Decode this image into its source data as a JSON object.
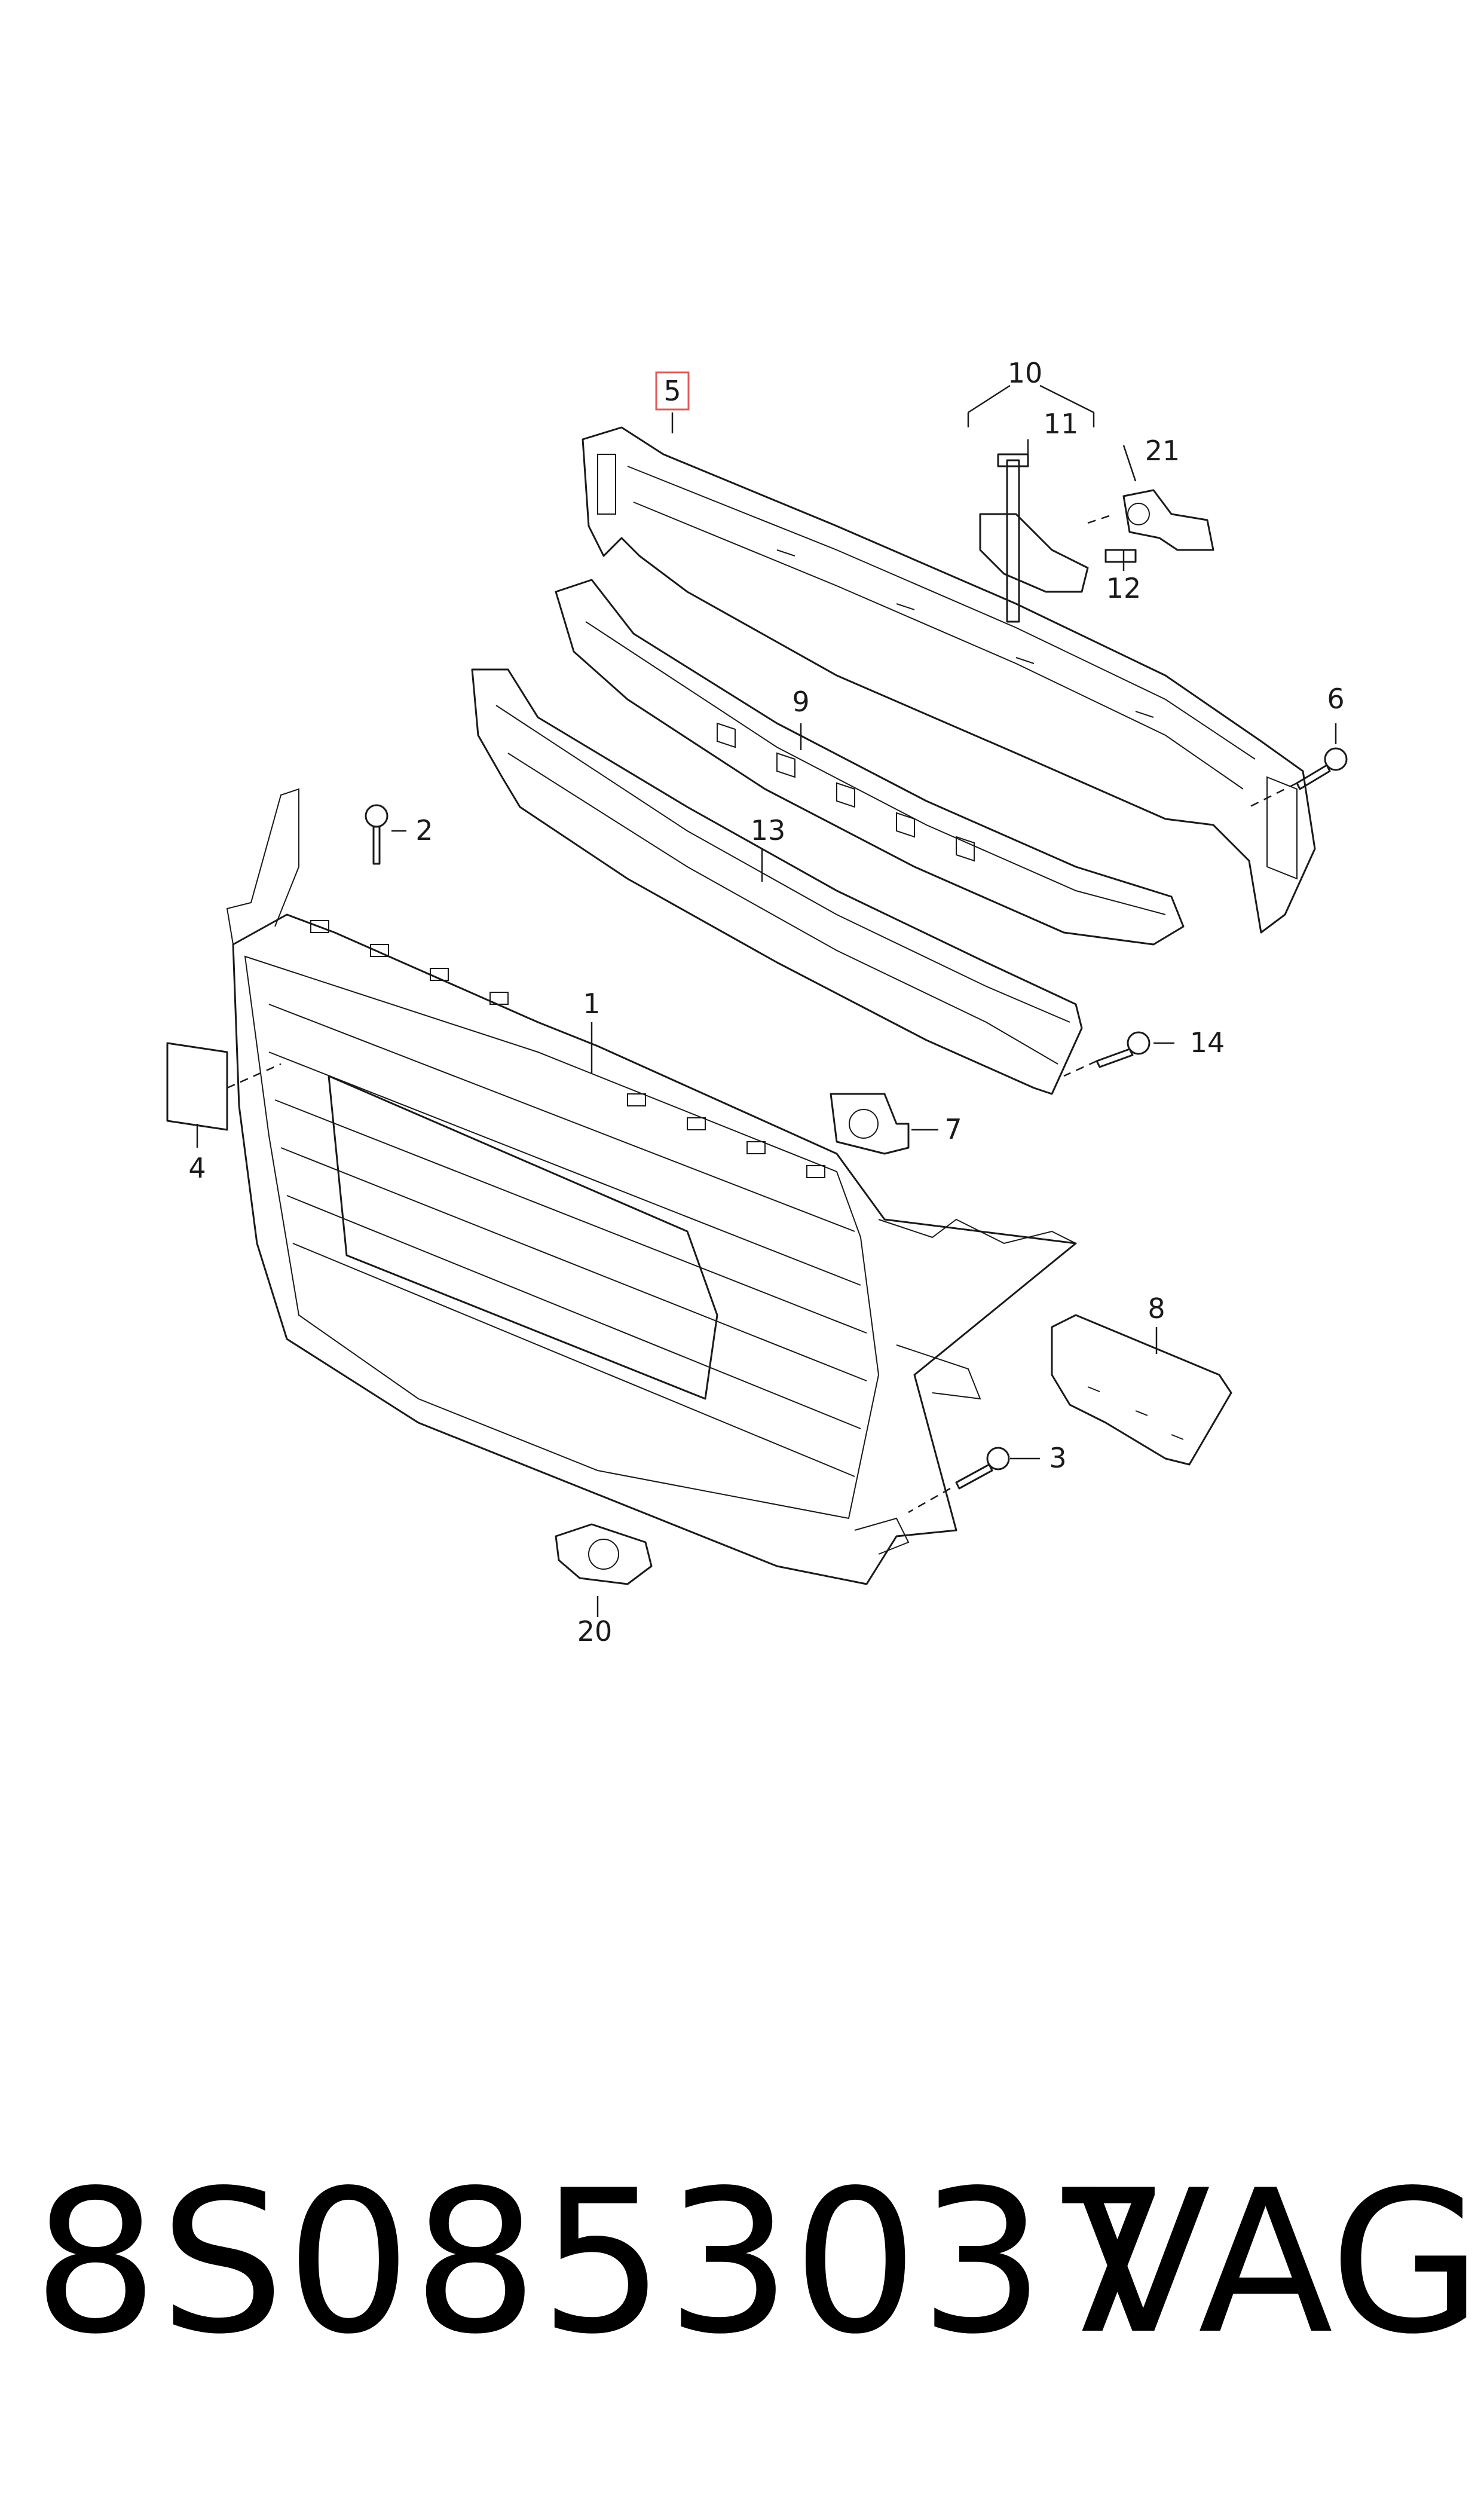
{
  "diagram": {
    "callouts": {
      "c1": "1",
      "c2": "2",
      "c3": "3",
      "c4": "4",
      "c5": "5",
      "c6": "6",
      "c7": "7",
      "c8": "8",
      "c9": "9",
      "c10": "10",
      "c11": "11",
      "c12": "12",
      "c13": "13",
      "c14": "14",
      "c20": "20",
      "c21": "21"
    },
    "highlighted_callout": "5",
    "highlight_color": "#e05a5a"
  },
  "footer": {
    "part_number": "8S0853037",
    "brand": "VAG"
  }
}
